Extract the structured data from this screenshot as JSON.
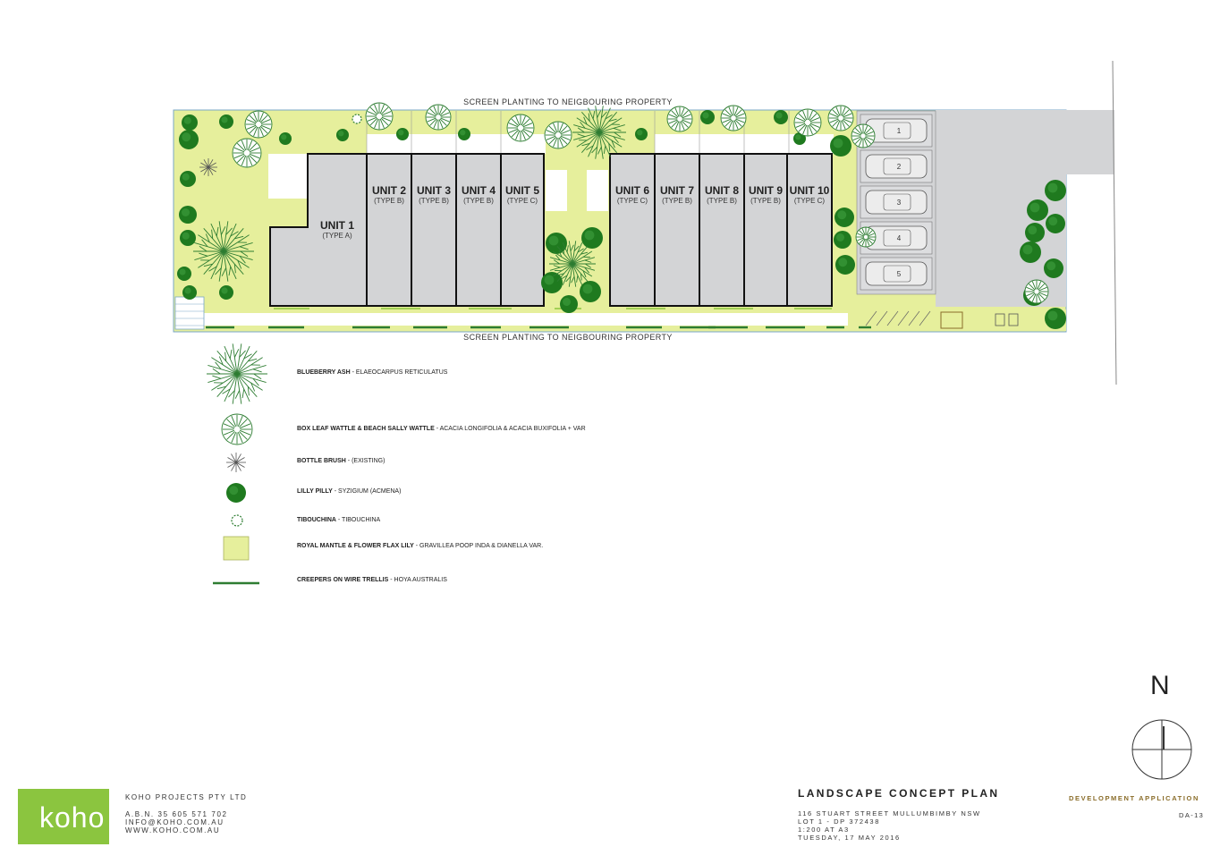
{
  "screen_planting_top": "SCREEN PLANTING TO NEIGBOURING PROPERTY",
  "screen_planting_bottom": "SCREEN PLANTING TO NEIGBOURING PROPERTY",
  "units": [
    {
      "label": "UNIT 1",
      "type": "(TYPE A)"
    },
    {
      "label": "UNIT 2",
      "type": "(TYPE B)"
    },
    {
      "label": "UNIT 3",
      "type": "(TYPE B)"
    },
    {
      "label": "UNIT 4",
      "type": "(TYPE B)"
    },
    {
      "label": "UNIT 5",
      "type": "(TYPE C)"
    },
    {
      "label": "UNIT 6",
      "type": "(TYPE C)"
    },
    {
      "label": "UNIT 7",
      "type": "(TYPE B)"
    },
    {
      "label": "UNIT 8",
      "type": "(TYPE B)"
    },
    {
      "label": "UNIT 9",
      "type": "(TYPE B)"
    },
    {
      "label": "UNIT 10",
      "type": "(TYPE C)"
    }
  ],
  "parking_bays": [
    "1",
    "2",
    "3",
    "4",
    "5"
  ],
  "legend": [
    {
      "common": "BLUEBERRY ASH",
      "botanical": " - ELAEOCARPUS RETICULATUS",
      "icon": "blueberry-ash-icon"
    },
    {
      "common": "BOX LEAF WATTLE & BEACH SALLY WATTLE",
      "botanical": " - ACACIA LONGIFOLIA &  ACACIA BUXIFOLIA + VAR",
      "icon": "wattle-icon"
    },
    {
      "common": "BOTTLE BRUSH",
      "botanical": " - (EXISTING)",
      "icon": "bottle-brush-icon"
    },
    {
      "common": "LILLY PILLY",
      "botanical": " - SYZIGIUM (ACMENA)",
      "icon": "lilly-pilly-icon"
    },
    {
      "common": "TIBOUCHINA",
      "botanical": " - TIBOUCHINA",
      "icon": "tibouchina-icon"
    },
    {
      "common": "ROYAL MANTLE  & FLOWER FLAX LILY",
      "botanical": " - GRAVILLEA POOP INDA & DIANELLA VAR.",
      "icon": "groundcover-swatch-icon"
    },
    {
      "common": "CREEPERS ON WIRE TRELLIS",
      "botanical": " - HOYA AUSTRALIS",
      "icon": "trellis-line-icon"
    }
  ],
  "colors": {
    "lawn": "#e6ef9c",
    "building": "#d3d4d6",
    "lilly_pilly": "#1f7a1f",
    "line_tree": "#2e7d32",
    "logo": "#8bc53f",
    "dev_app": "#8a6d2a"
  },
  "title_block": {
    "logo_text": "koho",
    "company": "KOHO PROJECTS PTY LTD",
    "abn": "A.B.N. 35 605 571 702",
    "email": "INFO@KOHO.COM.AU",
    "website": "WWW.KOHO.COM.AU",
    "plan_title": "LANDSCAPE CONCEPT PLAN",
    "address": "116 STUART STREET MULLUMBIMBY NSW",
    "lot": "LOT 1 - DP 372438",
    "scale": "1:200 AT A3",
    "date": "TUESDAY, 17 MAY 2016",
    "status": "DEVELOPMENT APPLICATION",
    "sheet": "DA-13"
  },
  "north_label": "N"
}
